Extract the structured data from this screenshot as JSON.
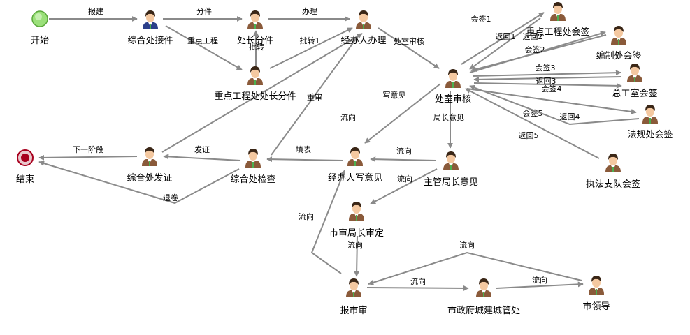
{
  "colors": {
    "edge": "#8a8a8a",
    "start_fill": "#9be07a",
    "start_stroke": "#5aa83a",
    "end_fill": "#a8001e",
    "end_ring": "#e9c7cc",
    "person_shirt": "#8a5a3a",
    "person_shirt_blue": "#2c3f8a",
    "person_hair": "#3a2616",
    "person_face": "#f4c8a0"
  },
  "nodes": [
    {
      "id": "start",
      "kind": "start",
      "label": "开始"
    },
    {
      "id": "zhjs",
      "kind": "person-blue",
      "label": "综合处接件"
    },
    {
      "id": "czfj",
      "kind": "person",
      "label": "处长分件"
    },
    {
      "id": "jbrbl",
      "kind": "person",
      "label": "经办人办理"
    },
    {
      "id": "zdgcczfj",
      "kind": "person",
      "label": "重点工程处处长分件"
    },
    {
      "id": "cssh",
      "kind": "person",
      "label": "处室审核"
    },
    {
      "id": "zdgcchq",
      "kind": "person",
      "label": "重点工程处会签"
    },
    {
      "id": "bzchq",
      "kind": "person",
      "label": "编制处会签"
    },
    {
      "id": "zgshq",
      "kind": "person",
      "label": "总工室会签"
    },
    {
      "id": "fgchq",
      "kind": "person",
      "label": "法规处会签"
    },
    {
      "id": "zfzdhq",
      "kind": "person",
      "label": "执法支队会签"
    },
    {
      "id": "zgjzyj",
      "kind": "person",
      "label": "主管局长意见"
    },
    {
      "id": "jbrxyj",
      "kind": "person",
      "label": "经办人写意见"
    },
    {
      "id": "zhcjc",
      "kind": "person",
      "label": "综合处检查"
    },
    {
      "id": "zhcfz",
      "kind": "person",
      "label": "综合处发证"
    },
    {
      "id": "end",
      "kind": "end",
      "label": "结束"
    },
    {
      "id": "ssjzsd",
      "kind": "person",
      "label": "市审局长审定"
    },
    {
      "id": "bss",
      "kind": "person",
      "label": "报市审"
    },
    {
      "id": "szfcjcgc",
      "kind": "person",
      "label": "市政府城建城管处"
    },
    {
      "id": "sld",
      "kind": "person",
      "label": "市领导"
    }
  ],
  "edges": [
    {
      "label": "报建"
    },
    {
      "label": "分件"
    },
    {
      "label": "办理"
    },
    {
      "label": "重点工程"
    },
    {
      "label": "批转"
    },
    {
      "label": "批转1"
    },
    {
      "label": "处室审核"
    },
    {
      "label": "会签1"
    },
    {
      "label": "返回1"
    },
    {
      "label": "返回2"
    },
    {
      "label": "会签2"
    },
    {
      "label": "会签3"
    },
    {
      "label": "返回3"
    },
    {
      "label": "会签4"
    },
    {
      "label": "会签5"
    },
    {
      "label": "返回4"
    },
    {
      "label": "返回5"
    },
    {
      "label": "写意见"
    },
    {
      "label": "局长意见"
    },
    {
      "label": "流向"
    },
    {
      "label": "流向"
    },
    {
      "label": "填表"
    },
    {
      "label": "流向"
    },
    {
      "label": "重审"
    },
    {
      "label": "发证"
    },
    {
      "label": "下一阶段"
    },
    {
      "label": "退卷"
    },
    {
      "label": "流向"
    },
    {
      "label": "流向"
    },
    {
      "label": "流向"
    },
    {
      "label": "流向"
    },
    {
      "label": "流向"
    }
  ]
}
